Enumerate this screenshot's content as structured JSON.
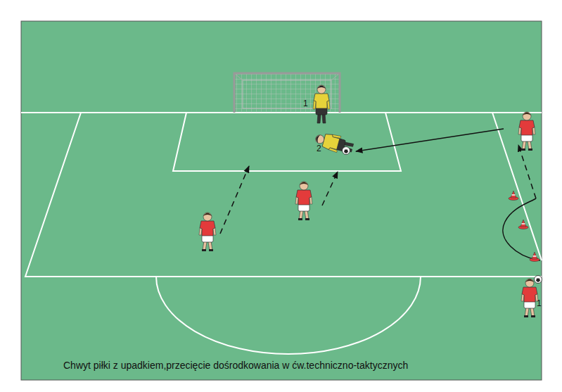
{
  "diagram": {
    "caption": "Chwyt piłki z upadkiem,przecięcie dośrodkowania w ćw.techniczno-taktycznych",
    "labels": [
      "1",
      "2",
      "1"
    ]
  }
}
